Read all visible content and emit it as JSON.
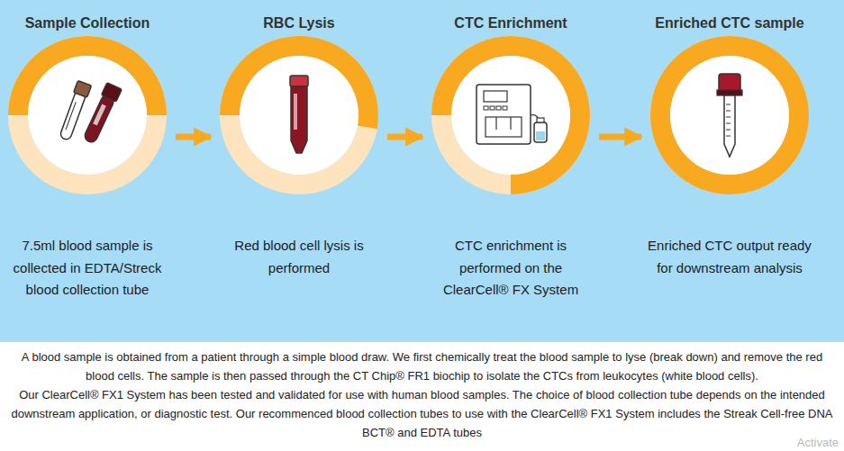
{
  "diagram": {
    "nodes": [
      {
        "text": [
          "Sample Collection",
          "7.5ml blood sample is collected in EDTA/Streck blood collection tube"
        ]
      },
      {
        "text": [
          "RBC Lysis",
          "Red blood cell lysis is performed"
        ]
      },
      {
        "text": [
          "CTC Enrichment",
          "CTC enrichment is performed on the ClearCell® FX System"
        ]
      },
      {
        "text": [
          "Enriched CTC sample",
          "Enriched CTC output ready for downstream analysis"
        ]
      }
    ],
    "edges": [
      {
        "from": 0,
        "to": 1,
        "arrow": "to"
      },
      {
        "from": 1,
        "to": 2,
        "arrow": "to"
      },
      {
        "from": 2,
        "to": 3,
        "arrow": "to"
      }
    ],
    "labels": [
      "A blood sample is obtained from a patient through a simple blood draw. We first chemically treat the blood sample to lyse (break down) and remove the red blood cells. The sample is then passed through the CT Chip® FR1 biochip to isolate the CTCs from leukocytes (white blood cells).",
      "Our ClearCell® FX1 System has been tested and validated for use with human blood samples. The choice of blood collection tube depends on the intended downstream application, or diagnostic test. Our recommenced blood collection tubes to use with the ClearCell® FX1 System includes the Streak Cell-free DNA BCT® and EDTA tubes",
      "Activate"
    ]
  }
}
